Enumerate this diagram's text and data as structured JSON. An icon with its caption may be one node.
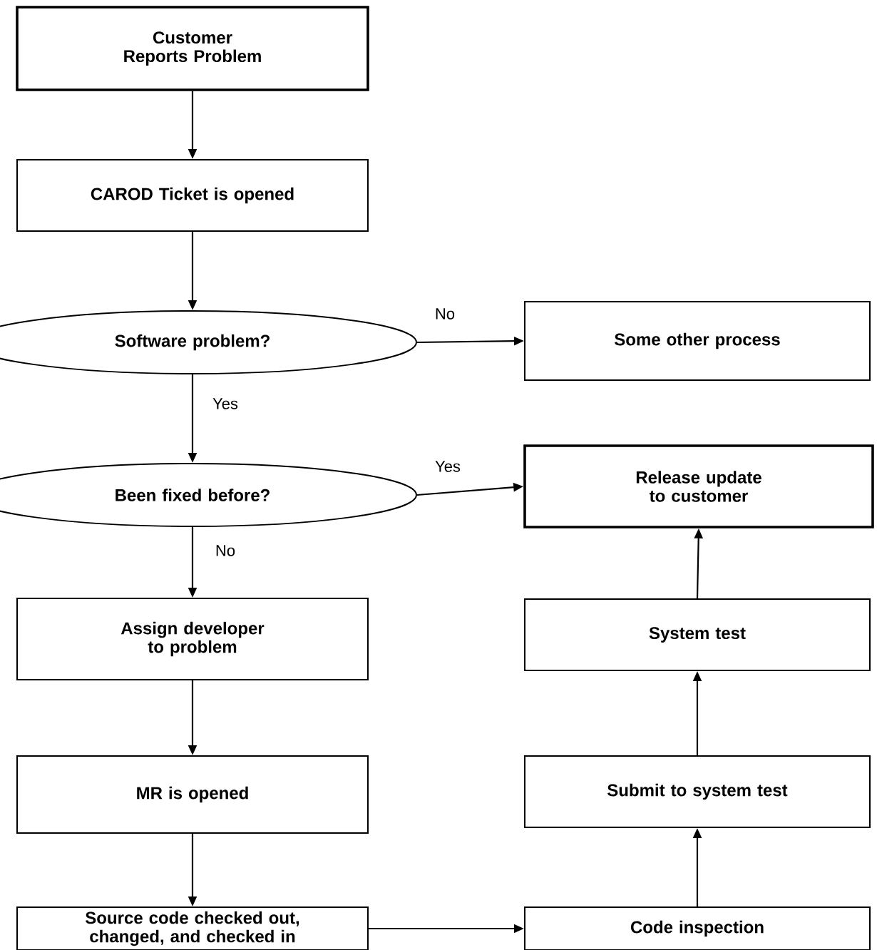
{
  "diagram": {
    "nodes": [
      {
        "text": [
          "Customer Reports Problem"
        ]
      },
      {
        "text": [
          "CAROD Ticket is opened"
        ]
      },
      {
        "text": [
          "Software problem?"
        ]
      },
      {
        "text": [
          "Some other process"
        ]
      },
      {
        "text": [
          "Been fixed before?"
        ]
      },
      {
        "text": [
          "Release update to customer"
        ]
      },
      {
        "text": [
          "Assign developer to problem"
        ]
      },
      {
        "text": [
          "System test"
        ]
      },
      {
        "text": [
          "MR is opened"
        ]
      },
      {
        "text": [
          "Submit to system test"
        ]
      },
      {
        "text": [
          "Source code checked out, changed, and checked in"
        ]
      },
      {
        "text": [
          "Code inspection"
        ]
      }
    ],
    "edges": [
      {
        "from": 0,
        "to": 1,
        "arrow": "to"
      },
      {
        "from": 1,
        "to": 2,
        "arrow": "to"
      },
      {
        "from": 2,
        "to": 3,
        "arrow": "to",
        "label": "No"
      },
      {
        "from": 2,
        "to": 4,
        "arrow": "to",
        "label": "Yes"
      },
      {
        "from": 4,
        "to": 5,
        "arrow": "to",
        "label": "Yes"
      },
      {
        "from": 4,
        "to": 6,
        "arrow": "to",
        "label": "No"
      },
      {
        "from": 6,
        "to": 8,
        "arrow": "to"
      },
      {
        "from": 8,
        "to": 10,
        "arrow": "to"
      },
      {
        "from": 10,
        "to": 11,
        "arrow": "to"
      },
      {
        "from": 11,
        "to": 9,
        "arrow": "to"
      },
      {
        "from": 9,
        "to": 7,
        "arrow": "to"
      },
      {
        "from": 7,
        "to": 5,
        "arrow": "to"
      }
    ]
  }
}
